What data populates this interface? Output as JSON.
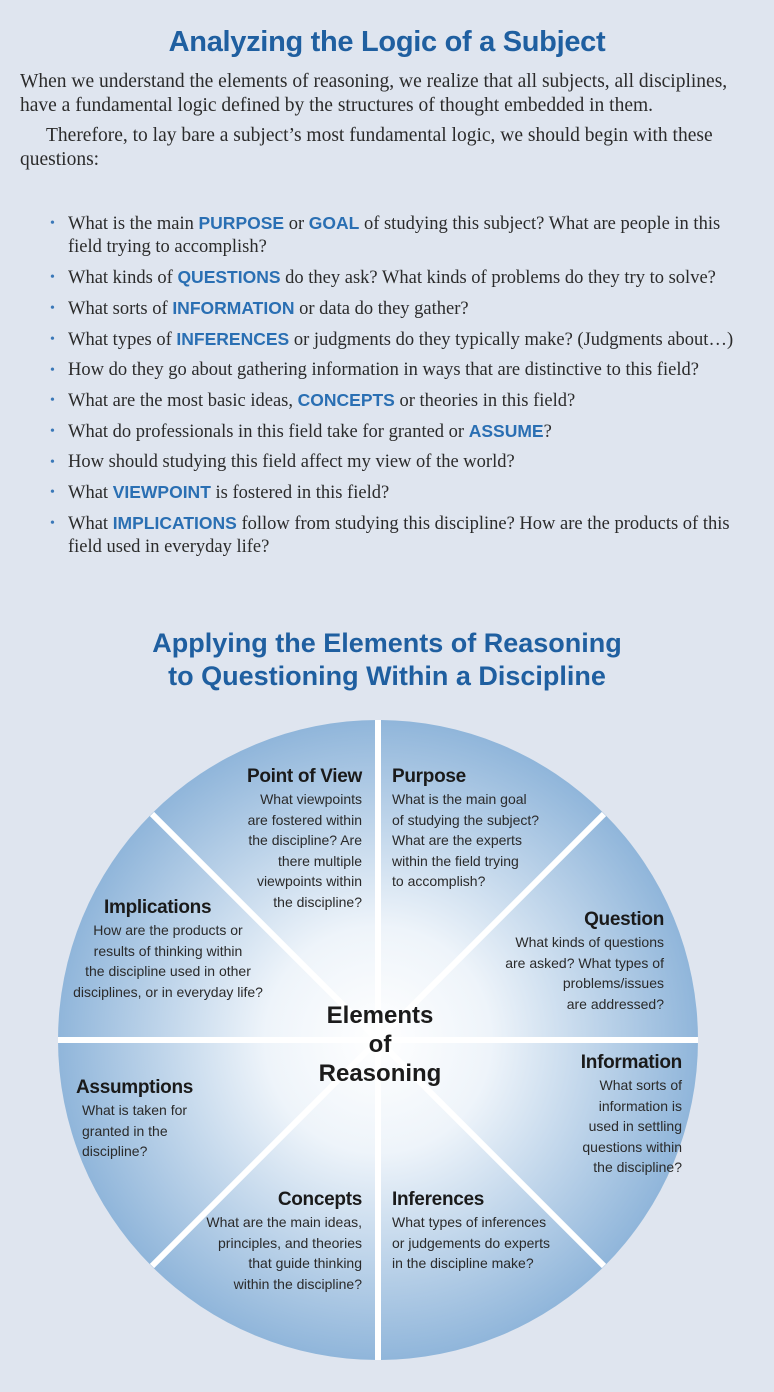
{
  "title": "Analyzing the Logic of a Subject",
  "intro": {
    "p1": "When we understand the elements of reasoning, we realize that all subjects, all disciplines, have a fundamental logic defined by the structures of thought embedded in them.",
    "p2": "Therefore, to lay bare a subject’s most fundamental logic, we should begin with these questions:"
  },
  "questions": [
    {
      "pre": "What is the main ",
      "k1": "PURPOSE",
      "mid": " or ",
      "k2": "GOAL",
      "post": " of studying this subject? What are people in this field trying to accomplish?"
    },
    {
      "pre": "What kinds of ",
      "k1": "QUESTIONS",
      "post": " do they ask? What kinds of problems do they try to solve?"
    },
    {
      "pre": "What sorts of ",
      "k1": "INFORMATION",
      "post": " or data do they gather?"
    },
    {
      "pre": "What types of ",
      "k1": "INFERENCES",
      "post": " or judgments do they typically make? (Judgments about…)"
    },
    {
      "pre": "How do they go about gathering information in ways that are distinctive to this field?"
    },
    {
      "pre": "What are the most basic ideas, ",
      "k1": "CONCEPTS",
      "post": " or theories in this field?"
    },
    {
      "pre": "What do professionals in this field take for granted or ",
      "k1": "ASSUME",
      "post": "?"
    },
    {
      "pre": "How should studying this field affect my view of the world?"
    },
    {
      "pre": "What ",
      "k1": "VIEWPOINT",
      "post": " is fostered in this field?"
    },
    {
      "pre": "What ",
      "k1": "IMPLICATIONS",
      "post": " follow from studying this discipline? How are the products of this field used in everyday life?"
    }
  ],
  "wheel": {
    "title_line1": "Applying the Elements of Reasoning",
    "title_line2": "to Questioning Within a Discipline",
    "center": [
      "Elements",
      "of",
      "Reasoning"
    ],
    "segments": {
      "point_of_view": {
        "heading": "Point of View",
        "desc": [
          "What viewpoints",
          "are fostered within",
          "the discipline? Are",
          "there multiple",
          "viewpoints within",
          "the discipline?"
        ]
      },
      "purpose": {
        "heading": "Purpose",
        "desc": [
          "What is the main goal",
          "of studying the subject?",
          "What are the experts",
          "within the field trying",
          "to accomplish?"
        ]
      },
      "question": {
        "heading": "Question",
        "desc": [
          "What kinds of questions",
          "are asked? What types of",
          "problems/issues",
          "are addressed?"
        ]
      },
      "information": {
        "heading": "Information",
        "desc": [
          "What sorts of",
          "information is",
          "used in settling",
          "questions within",
          "the discipline?"
        ]
      },
      "inferences": {
        "heading": "Inferences",
        "desc": [
          "What types of inferences",
          "or judgements do experts",
          "in the discipline make?"
        ]
      },
      "concepts": {
        "heading": "Concepts",
        "desc": [
          "What are the main ideas,",
          "principles, and theories",
          "that guide thinking",
          "within the discipline?"
        ]
      },
      "assumptions": {
        "heading": "Assumptions",
        "desc": [
          "What is taken for",
          "granted in the",
          "discipline?"
        ]
      },
      "implications": {
        "heading": "Implications",
        "desc": [
          "How are the products or",
          "results of thinking within",
          "the discipline used in other",
          "disciplines, or in everyday life?"
        ]
      }
    },
    "colors": {
      "fill_edge": "#8fb5da",
      "fill_center": "#ffffff",
      "divider": "#ffffff",
      "accent": "#1f5fa0"
    }
  }
}
